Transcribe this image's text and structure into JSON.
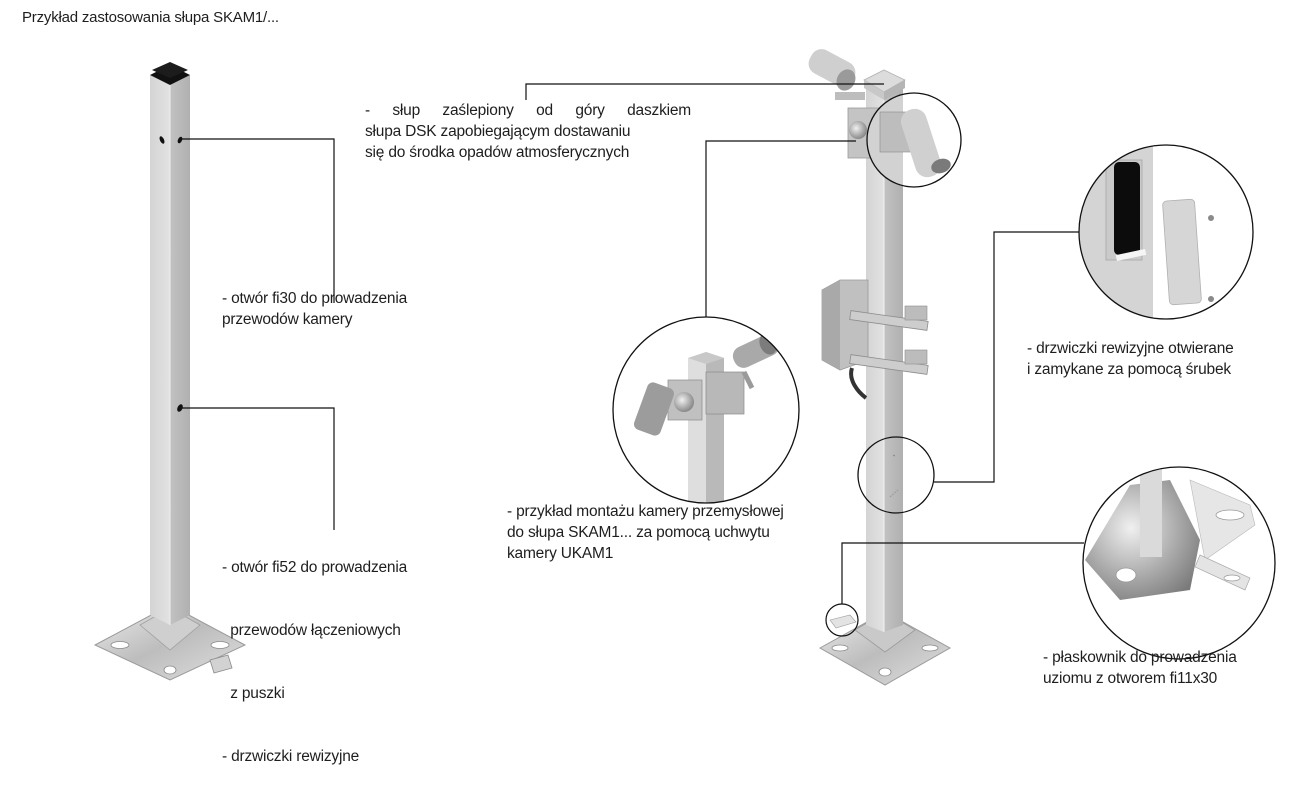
{
  "title": "Przykład zastosowania słupa SKAM1/...",
  "callouts": {
    "hole_fi30": {
      "lines": [
        "- otwór fi30 do prowadzenia",
        "przewodów kamery"
      ]
    },
    "hole_fi52": {
      "lines": [
        "- otwór fi52 do prowadzenia",
        "  przewodów łączeniowych",
        "  z puszki",
        "- drzwiczki rewizyjne"
      ]
    },
    "pole_cap": {
      "lines": [
        "- słup zaślepiony od góry daszkiem",
        "słupa DSK zapobiegającym dostawaniu",
        "się do środka opadów atmosferycznych"
      ]
    },
    "camera_mount": {
      "lines": [
        "- przykład montażu kamery przemysłowej",
        "do słupa SKAM1... za pomocą uchwytu",
        "kamery UKAM1"
      ]
    },
    "inspection_door": {
      "lines": [
        "- drzwiczki rewizyjne otwierane",
        "i zamykane za pomocą śrubek"
      ]
    },
    "grounding_flat_bar": {
      "lines": [
        "- płaskownik do prowadzenia",
        "uziomu z otworem fi11x30"
      ]
    }
  },
  "colors": {
    "text": "#1e1e1e",
    "leader_line": "#111111",
    "pole_light": "#d8d8d8",
    "pole_dark": "#b5b5b5",
    "cap": "#111111"
  }
}
